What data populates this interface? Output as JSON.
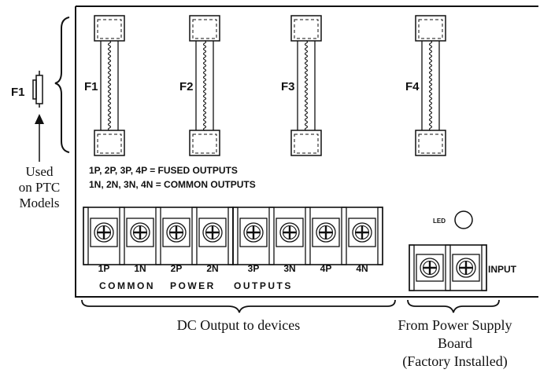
{
  "side": {
    "f1_label": "F1",
    "used_line1": "Used",
    "used_line2": "on PTC",
    "used_line3": "Models"
  },
  "fuses": [
    {
      "label": "F1"
    },
    {
      "label": "F2"
    },
    {
      "label": "F3"
    },
    {
      "label": "F4"
    }
  ],
  "notes": {
    "fused": "1P, 2P, 3P, 4P = FUSED OUTPUTS",
    "common": "1N, 2N, 3N, 4N = COMMON OUTPUTS"
  },
  "terminals": [
    "1P",
    "1N",
    "2P",
    "2N",
    "3P",
    "3N",
    "4P",
    "4N"
  ],
  "section_words": [
    "COMMON",
    "POWER",
    "OUTPUTS"
  ],
  "led_label": "LED",
  "input_label": "INPUT",
  "captions": {
    "dc_output": "DC Output to devices",
    "psb_line1": "From Power Supply",
    "psb_line2": "Board",
    "psb_line3": "(Factory Installed)"
  }
}
